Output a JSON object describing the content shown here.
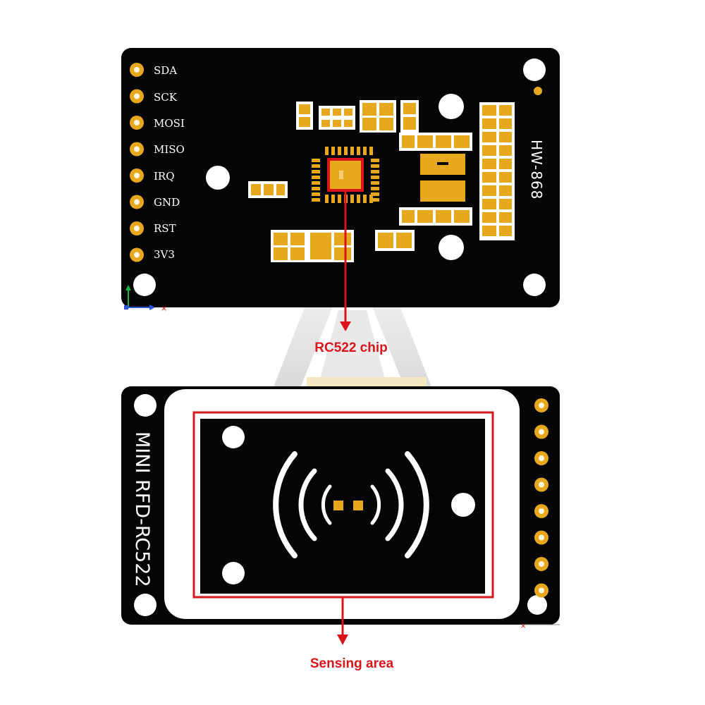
{
  "top_board": {
    "pins": [
      "SDA",
      "SCK",
      "MOSI",
      "MISO",
      "IRQ",
      "GND",
      "RST",
      "3V3"
    ],
    "model_label": "HW-868",
    "chip_callout": "RC522 chip"
  },
  "bottom_board": {
    "product_label": "MINI RFD-RC522",
    "sensing_callout": "Sensing area",
    "pin_count": 8
  },
  "colors": {
    "pcb": "#050505",
    "pad": "#e8a81e",
    "highlight": "#d9141b",
    "silk": "#ffffff",
    "callout_text": "#d9141b"
  },
  "icons": [
    "axis-triad-icon",
    "arrow-down-icon"
  ]
}
